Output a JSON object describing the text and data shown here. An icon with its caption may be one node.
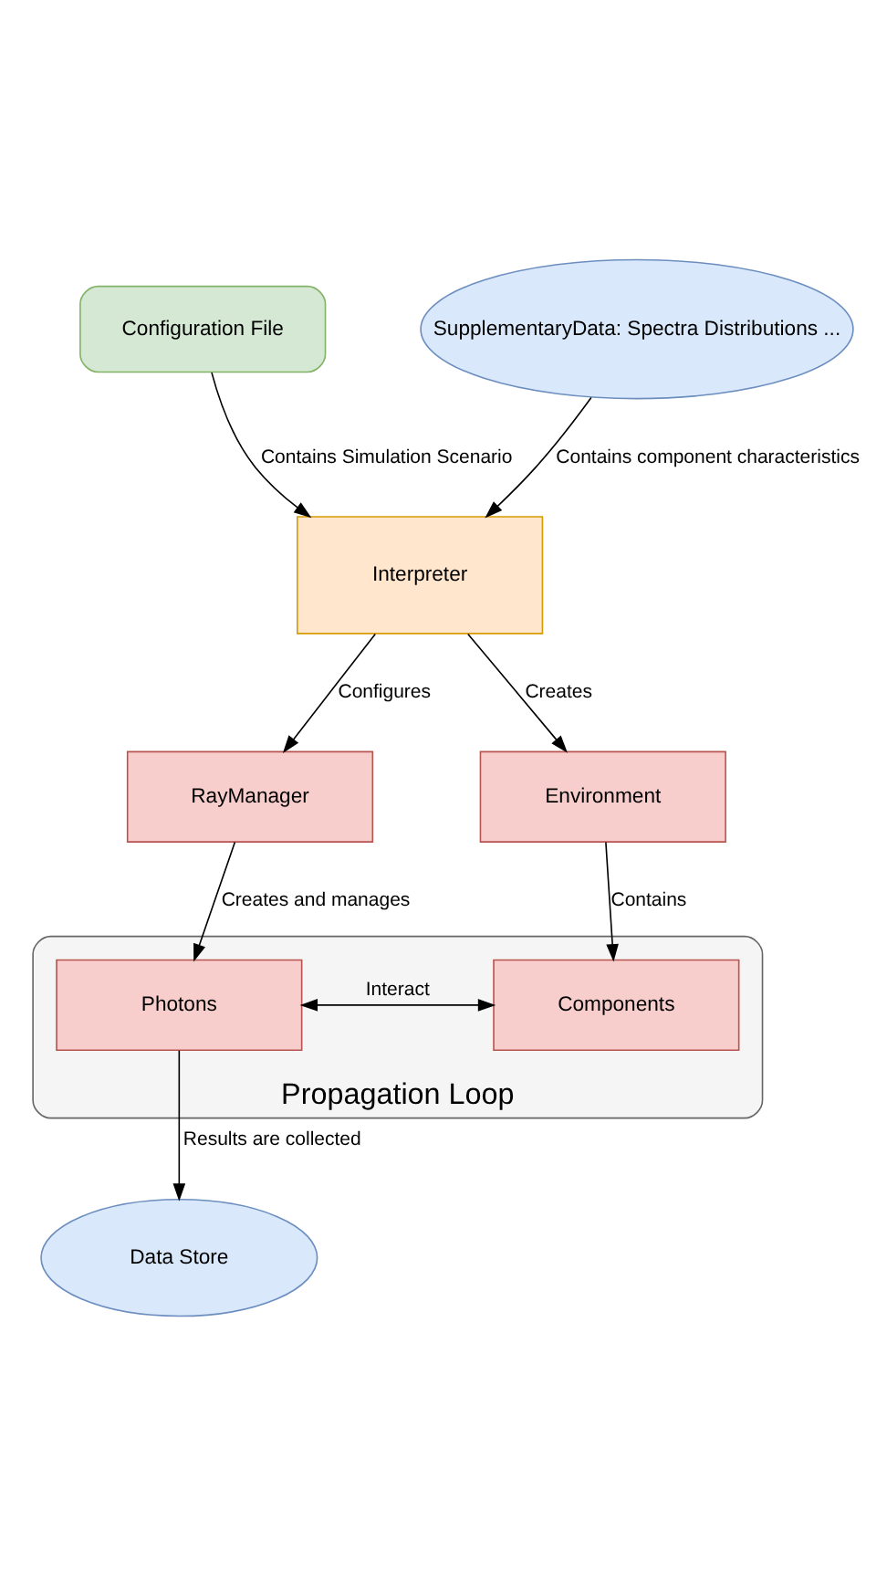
{
  "diagram": {
    "nodes": [
      {
        "text": [
          "Configuration File"
        ]
      },
      {
        "text": [
          "SupplementaryData: Spectra Distributions ..."
        ]
      },
      {
        "text": [
          "Interpreter"
        ]
      },
      {
        "text": [
          "RayManager"
        ]
      },
      {
        "text": [
          "Environment"
        ]
      },
      {
        "text": [
          "Propagation Loop"
        ]
      },
      {
        "text": [
          "Photons"
        ],
        "in": 5
      },
      {
        "text": [
          "Components"
        ],
        "in": 5
      },
      {
        "text": [
          "Data Store"
        ]
      }
    ],
    "edges": [
      {
        "from": 0,
        "to": 2,
        "arrow": "to",
        "label": "Contains Simulation Scenario"
      },
      {
        "from": 1,
        "to": 2,
        "arrow": "to",
        "label": "Contains component characteristics"
      },
      {
        "from": 2,
        "to": 3,
        "arrow": "to",
        "label": "Configures"
      },
      {
        "from": 2,
        "to": 4,
        "arrow": "to",
        "label": "Creates"
      },
      {
        "from": 3,
        "to": 6,
        "arrow": "to",
        "label": "Creates and manages"
      },
      {
        "from": 4,
        "to": 7,
        "arrow": "to",
        "label": "Contains"
      },
      {
        "from": 6,
        "to": 7,
        "arrow": "both",
        "label": "Interact"
      },
      {
        "from": 6,
        "to": 8,
        "arrow": "to",
        "label": "Results are collected"
      }
    ]
  }
}
